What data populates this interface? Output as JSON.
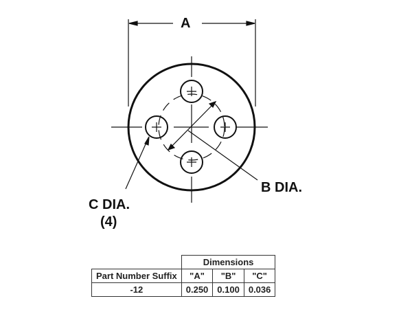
{
  "labels": {
    "a": "A",
    "b": "B DIA.",
    "c": "C DIA.",
    "c_count": "(4)"
  },
  "table": {
    "group_header": "Dimensions",
    "row_header": "Part Number Suffix",
    "columns": [
      "\"A\"",
      "\"B\"",
      "\"C\""
    ],
    "rows": [
      {
        "suffix": "-12",
        "values": [
          "0.250",
          "0.100",
          "0.036"
        ]
      }
    ]
  }
}
